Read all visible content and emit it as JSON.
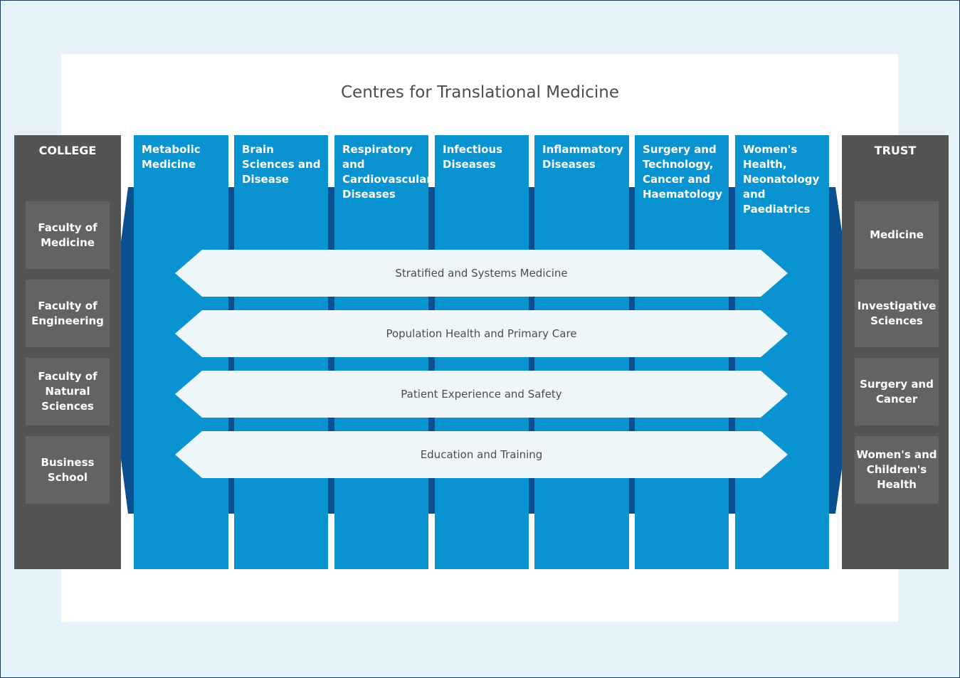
{
  "title": "Centres for Translational Medicine",
  "college": {
    "heading": "COLLEGE",
    "items": [
      "Faculty of Medicine",
      "Faculty of Engineering",
      "Faculty of Natural Sciences",
      "Business School"
    ]
  },
  "trust": {
    "heading": "TRUST",
    "items": [
      "Medicine",
      "Investigative Sciences",
      "Surgery and Cancer",
      "Women's and Children's Health"
    ]
  },
  "centres": [
    "Metabolic Medicine",
    "Brain Sciences and Disease",
    "Respiratory and Cardiovascular Diseases",
    "Infectious Diseases",
    "Inflammatory Diseases",
    "Surgery and Technology, Cancer and Haematology",
    "Women's Health, Neonatology and Paediatrics"
  ],
  "themes": [
    "Stratified and Systems Medicine",
    "Population Health and Primary Care",
    "Patient Experience and Safety",
    "Education and Training"
  ],
  "colors": {
    "column_blue": "#0993d1",
    "dark_blue": "#0a4f8f",
    "side_grey": "#545454",
    "box_grey": "#636363",
    "arrow_fill": "#eef6fa",
    "background": "#e6f2f9"
  }
}
